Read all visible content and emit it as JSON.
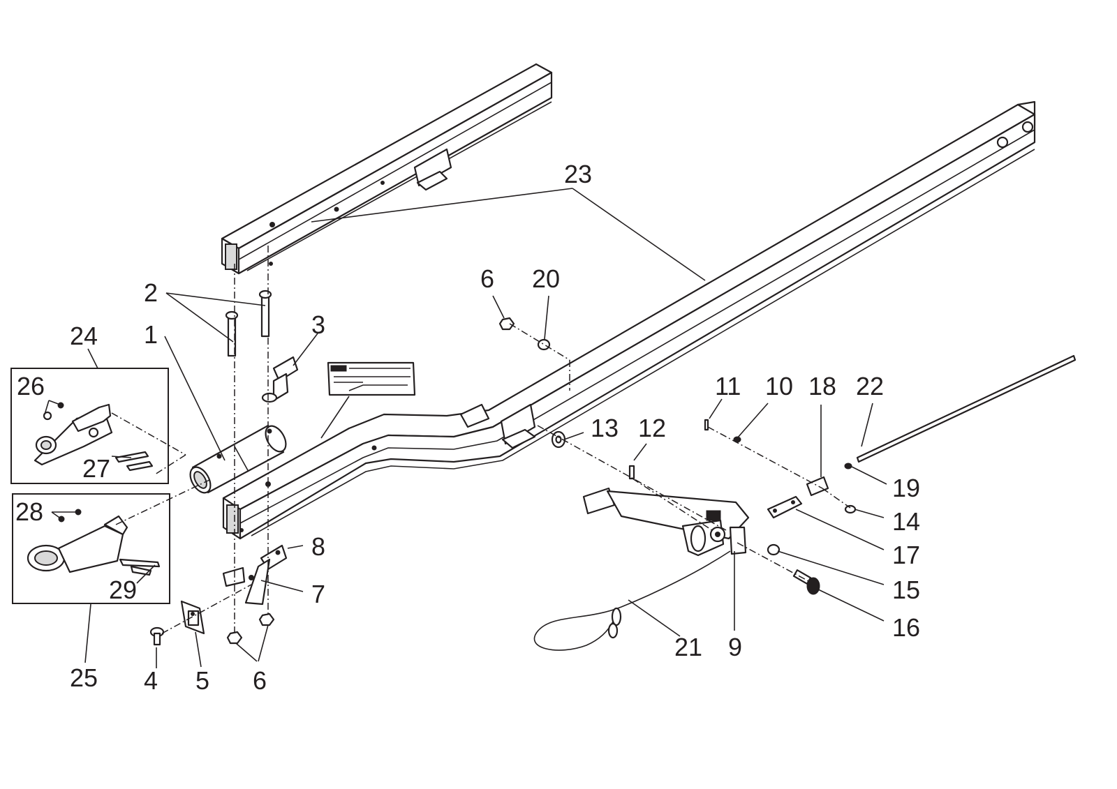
{
  "diagram": {
    "labels": {
      "p1": "1",
      "p2": "2",
      "p3": "3",
      "p4": "4",
      "p5": "5",
      "p6a": "6",
      "p6b": "6",
      "p7": "7",
      "p8": "8",
      "p9": "9",
      "p10": "10",
      "p11": "11",
      "p12": "12",
      "p13": "13",
      "p14": "14",
      "p15": "15",
      "p16": "16",
      "p17": "17",
      "p18": "18",
      "p19": "19",
      "p20": "20",
      "p21": "21",
      "p22": "22",
      "p23": "23",
      "p24": "24",
      "p25": "25",
      "p26": "26",
      "p27": "27",
      "p28": "28",
      "p29": "29"
    },
    "colors": {
      "ink": "#231f20",
      "background": "#ffffff"
    }
  }
}
